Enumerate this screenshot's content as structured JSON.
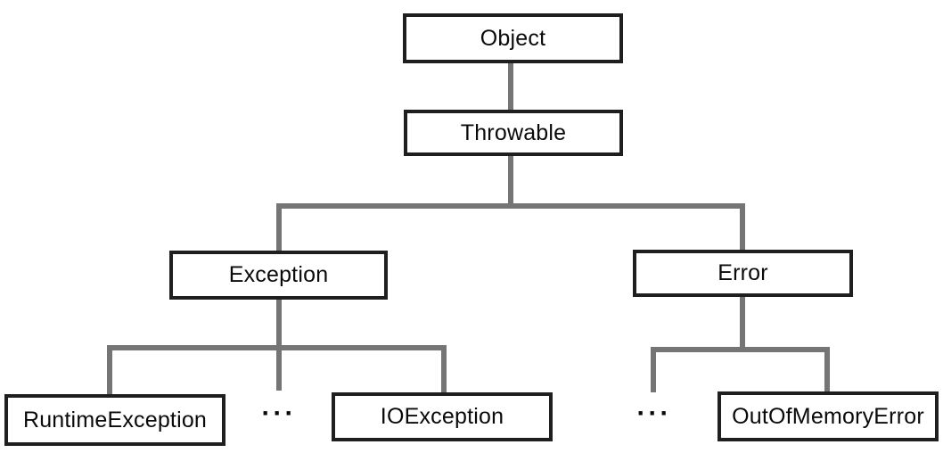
{
  "diagram": {
    "type": "tree",
    "description": "Java Throwable class hierarchy diagram",
    "colors": {
      "box_border": "#1f1f1f",
      "box_fill": "#ffffff",
      "text": "#0a0a0a",
      "connector": "#757575",
      "background": "#ffffff"
    },
    "nodes": {
      "object": {
        "label": "Object"
      },
      "throwable": {
        "label": "Throwable",
        "parent": "object"
      },
      "exception": {
        "label": "Exception",
        "parent": "throwable"
      },
      "error": {
        "label": "Error",
        "parent": "throwable"
      },
      "runtime_exception": {
        "label": "RuntimeException",
        "parent": "exception"
      },
      "exception_ellipsis": {
        "label": "···",
        "parent": "exception"
      },
      "io_exception": {
        "label": "IOException",
        "parent": "exception"
      },
      "error_ellipsis": {
        "label": "···",
        "parent": "error"
      },
      "out_of_memory_error": {
        "label": "OutOfMemoryError",
        "parent": "error"
      }
    }
  }
}
